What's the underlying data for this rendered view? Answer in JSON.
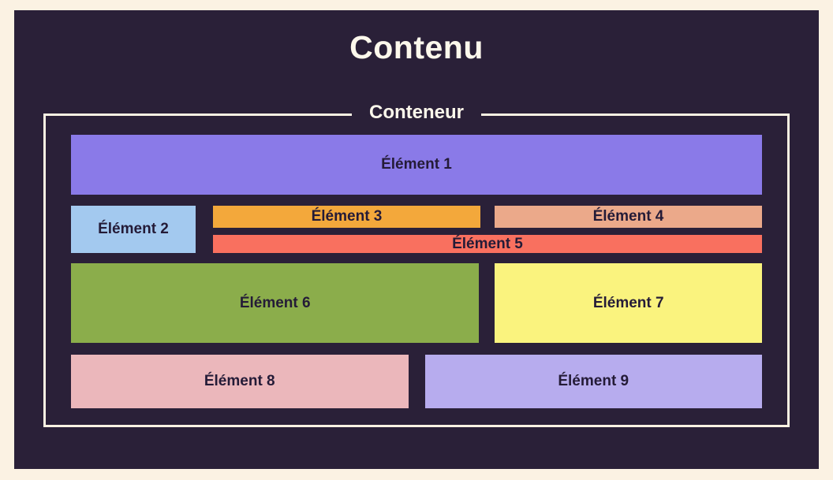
{
  "title": "Contenu",
  "container": {
    "label": "Conteneur",
    "items": [
      {
        "label": "Élément 1",
        "color": "#8a7ae8"
      },
      {
        "label": "Élément 2",
        "color": "#a3c9ef"
      },
      {
        "label": "Élément 3",
        "color": "#f3a83b"
      },
      {
        "label": "Élément 4",
        "color": "#eba98a"
      },
      {
        "label": "Élément 5",
        "color": "#f9705f"
      },
      {
        "label": "Élément 6",
        "color": "#8bad4b"
      },
      {
        "label": "Élément 7",
        "color": "#faf37e"
      },
      {
        "label": "Élément 8",
        "color": "#ebb7bb"
      },
      {
        "label": "Élément 9",
        "color": "#b7acee"
      }
    ]
  },
  "colors": {
    "page-bg": "#fbf2e3",
    "panel-bg": "#2a2038",
    "border": "#fbf2e3",
    "title-text": "#fdf8ec",
    "item-text": "#241b37"
  }
}
